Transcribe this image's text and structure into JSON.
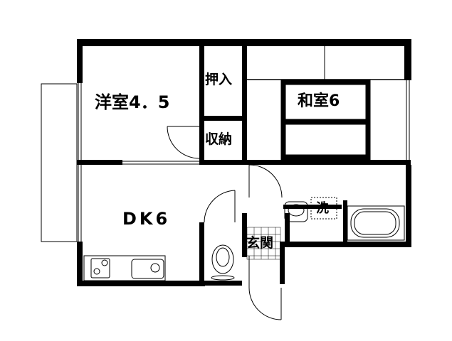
{
  "plan": {
    "rooms": {
      "western_room": "洋室4．5",
      "closet_oshiire": "押入",
      "storage": "収納",
      "japanese_room": "和室6",
      "dining_kitchen": "DK6",
      "washroom": "洗",
      "entrance": "玄関"
    }
  }
}
